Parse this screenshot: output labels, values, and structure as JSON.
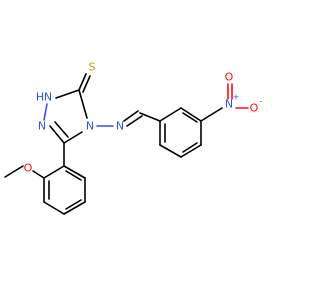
{
  "molecule": {
    "atoms": {
      "S": "S",
      "NH": "H",
      "NH_N": "N",
      "N_ring_left": "N",
      "N4": "N",
      "N_imine": "N",
      "N_nitro": "N",
      "O_nitro_top": "O",
      "O_nitro_right": "O",
      "O_methoxy": "O"
    },
    "charges": {
      "nitro_N": "+",
      "nitro_O": "-"
    },
    "colors": {
      "bond": "#000000",
      "nitrogen": "#3050F8",
      "oxygen": "#FF0D0D",
      "sulfur": "#B8A400"
    }
  }
}
